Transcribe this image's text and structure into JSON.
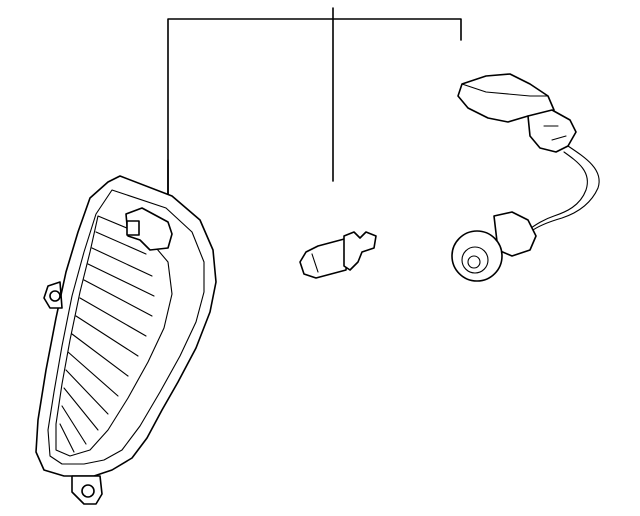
{
  "diagram": {
    "type": "exploded-parts-drawing",
    "components": [
      {
        "name": "side-marker-lamp-housing"
      },
      {
        "name": "lamp-bulb"
      },
      {
        "name": "bulb-socket-with-wire-harness"
      }
    ],
    "leader_bracket": {
      "connects": [
        "side-marker-lamp-housing",
        "lamp-bulb",
        "bulb-socket-with-wire-harness"
      ]
    },
    "colors": {
      "line": "#000000",
      "background": "#ffffff"
    }
  }
}
